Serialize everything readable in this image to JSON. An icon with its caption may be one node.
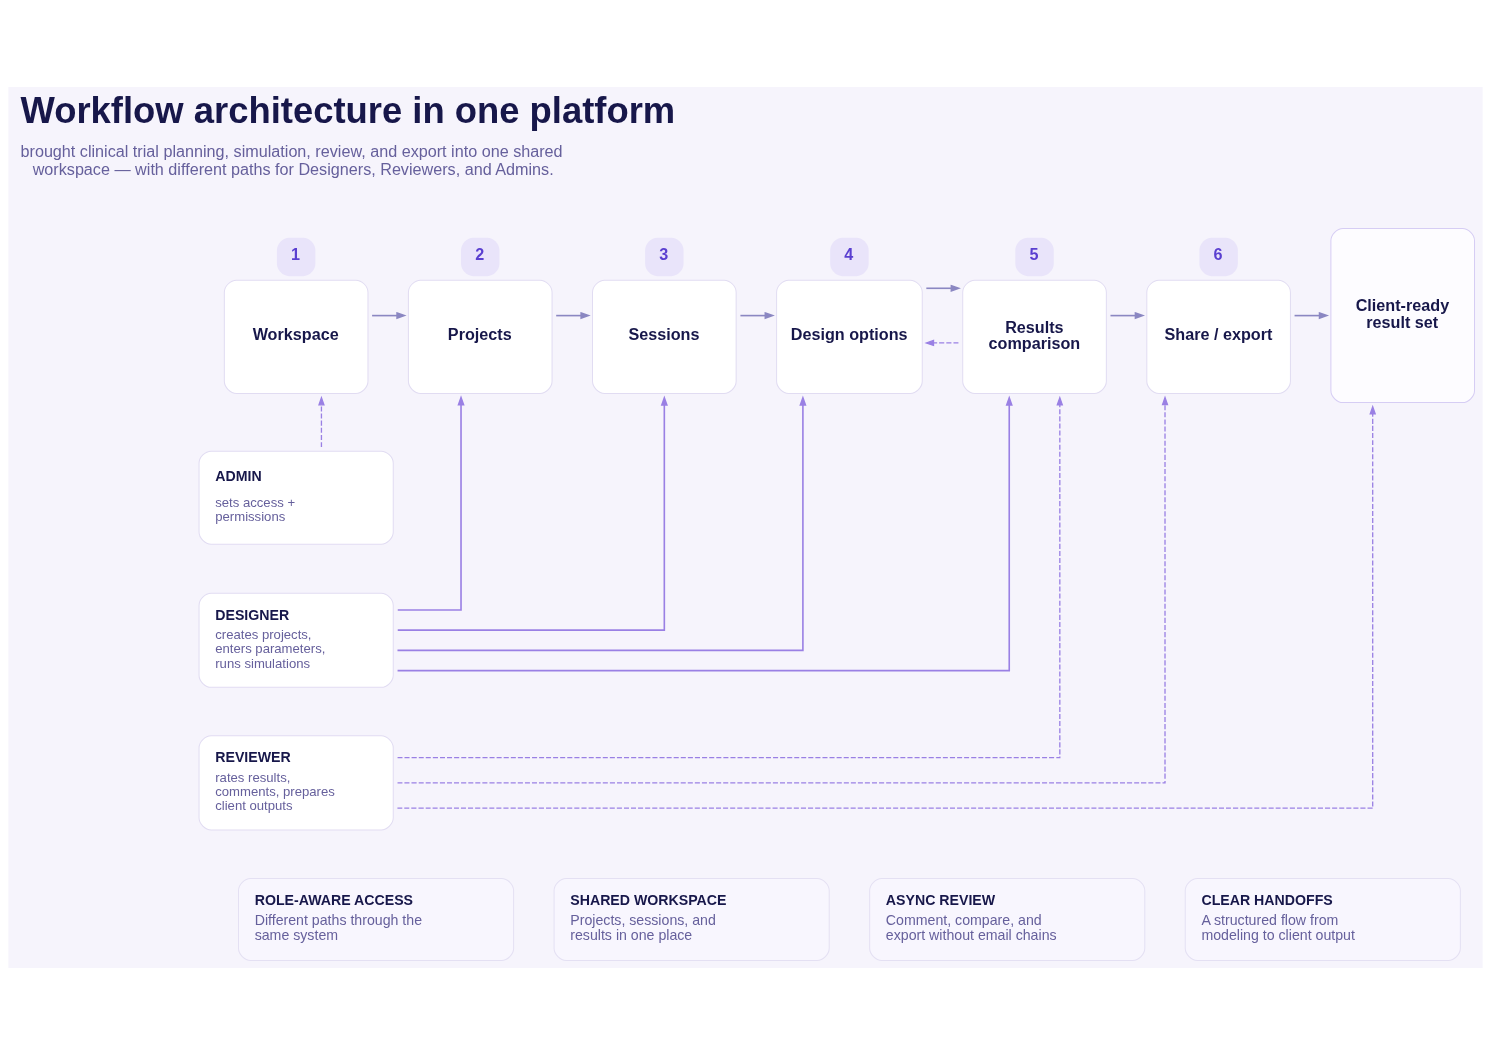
{
  "diagram": {
    "title": "Workflow architecture in one platform",
    "nodes": [
      {
        "text": [
          "Workspace"
        ],
        "beside": [
          "1"
        ]
      },
      {
        "text": [
          "Projects"
        ],
        "beside": [
          "2"
        ]
      },
      {
        "text": [
          "Sessions"
        ],
        "beside": [
          "3"
        ]
      },
      {
        "text": [
          "Design options"
        ],
        "beside": [
          "4"
        ]
      },
      {
        "text": [
          "Results comparison"
        ],
        "beside": [
          "5"
        ]
      },
      {
        "text": [
          "Share / export"
        ],
        "beside": [
          "6"
        ]
      },
      {
        "text": [
          "Client-ready result set"
        ]
      },
      {
        "text": [
          "ADMIN",
          "sets access + permissions"
        ]
      },
      {
        "text": [
          "DESIGNER",
          "creates projects, enters parameters, runs simulations"
        ]
      },
      {
        "text": [
          "REVIEWER",
          "rates results, comments, prepares client outputs"
        ]
      },
      {
        "text": [
          "ROLE-AWARE ACCESS",
          "Different paths through the same system"
        ]
      },
      {
        "text": [
          "SHARED WORKSPACE",
          "Projects, sessions, and results in one place"
        ]
      },
      {
        "text": [
          "ASYNC REVIEW",
          "Comment, compare, and export without email chains"
        ]
      },
      {
        "text": [
          "CLEAR HANDOFFS",
          "A structured flow from modeling to client output"
        ]
      }
    ],
    "edges": [
      {
        "from": 0,
        "to": 1,
        "arrow": "to",
        "color": "#8b87c2"
      },
      {
        "from": 1,
        "to": 2,
        "arrow": "to",
        "color": "#8b87c2"
      },
      {
        "from": 2,
        "to": 3,
        "arrow": "to",
        "color": "#8b87c2"
      },
      {
        "from": 3,
        "to": 4,
        "arrow": "to",
        "color": "#8b87c2"
      },
      {
        "from": 4,
        "to": 5,
        "arrow": "to",
        "color": "#8b87c2"
      },
      {
        "from": 5,
        "to": 6,
        "arrow": "to",
        "color": "#8b87c2"
      },
      {
        "from": 7,
        "to": 0,
        "arrow": "to",
        "style": "dashed"
      },
      {
        "from": 8,
        "to": 1,
        "arrow": "to"
      },
      {
        "from": 8,
        "to": 2,
        "arrow": "to"
      },
      {
        "from": 8,
        "to": 3,
        "arrow": "to"
      },
      {
        "from": 8,
        "to": 4,
        "arrow": "to"
      },
      {
        "from": 4,
        "to": 3,
        "arrow": "to",
        "style": "dashed"
      },
      {
        "from": 9,
        "to": 4,
        "arrow": "to",
        "style": "dashed"
      },
      {
        "from": 9,
        "to": 5,
        "arrow": "to",
        "style": "dashed"
      },
      {
        "from": 9,
        "to": 6,
        "arrow": "to",
        "style": "dashed"
      }
    ],
    "labels": [
      "brought clinical trial planning, simulation, review, and export into one shared workspace — with different paths for Designers, Reviewers, and Admins."
    ]
  }
}
